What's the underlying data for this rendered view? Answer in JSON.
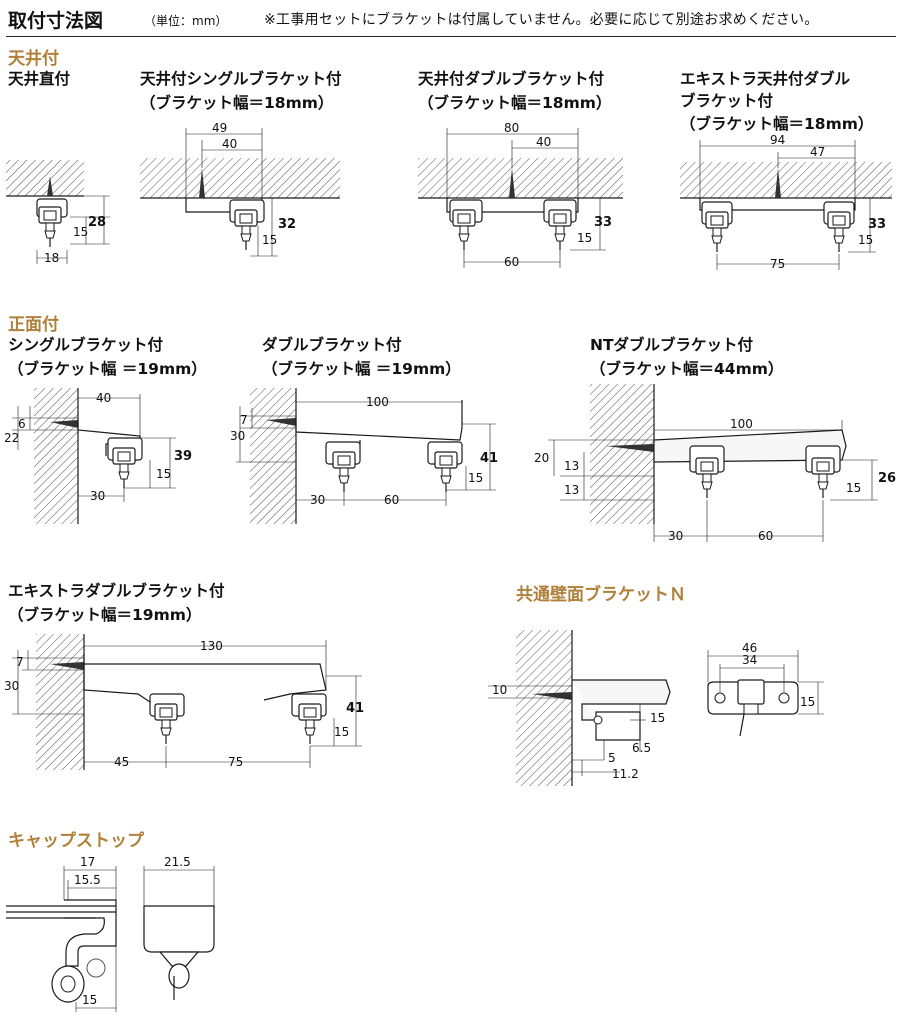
{
  "page": {
    "title": "取付寸法図",
    "unit": "（単位：mm）",
    "note": "※工事用セットにブラケットは付属していません。必要に応じて別途お求めください。"
  },
  "sections": {
    "ceiling": "天井付",
    "front": "正面付",
    "wall": "共通壁面ブラケットＮ",
    "cap": "キャップストップ"
  },
  "labels": {
    "ceiling_direct": "天井直付",
    "ceiling_single_1": "天井付シングルブラケット付",
    "ceiling_single_2": "（ブラケット幅＝18mm）",
    "ceiling_double_1": "天井付ダブルブラケット付",
    "ceiling_double_2": "（ブラケット幅＝18mm）",
    "ceiling_extra_1": "エキストラ天井付ダブル",
    "ceiling_extra_2": "ブラケット付",
    "ceiling_extra_3": "（ブラケット幅＝18mm）",
    "front_single_1": "シングルブラケット付",
    "front_single_2": "（ブラケット幅 ＝19mm）",
    "front_double_1": "ダブルブラケット付",
    "front_double_2": "（ブラケット幅 ＝19mm）",
    "front_nt_1": "NTダブルブラケット付",
    "front_nt_2": "（ブラケット幅＝44mm）",
    "front_extra_1": "エキストラダブルブラケット付",
    "front_extra_2": "（ブラケット幅＝19mm）"
  },
  "dims": {
    "d_28": "28",
    "d_15a": "15",
    "d_18": "18",
    "d_49": "49",
    "d_40a": "40",
    "d_32": "32",
    "d_15b": "15",
    "d_80": "80",
    "d_40b": "40",
    "d_33a": "33",
    "d_15c": "15",
    "d_60a": "60",
    "d_94": "94",
    "d_47": "47",
    "d_33b": "33",
    "d_15d": "15",
    "d_75a": "75",
    "d_6": "6",
    "d_22": "22",
    "d_40c": "40",
    "d_39": "39",
    "d_15e": "15",
    "d_30a": "30",
    "d_7a": "7",
    "d_30b": "30",
    "d_100a": "100",
    "d_41a": "41",
    "d_15f": "15",
    "d_30c": "30",
    "d_60b": "60",
    "d_20": "20",
    "d_13a": "13",
    "d_13b": "13",
    "d_100b": "100",
    "d_26": "26",
    "d_15g": "15",
    "d_30d": "30",
    "d_60c": "60",
    "d_7b": "7",
    "d_30e": "30",
    "d_130": "130",
    "d_41b": "41",
    "d_15h": "15",
    "d_45": "45",
    "d_75b": "75",
    "d_10": "10",
    "d_15i": "15",
    "d_6_5": "6.5",
    "d_5": "5",
    "d_11_2": "11.2",
    "d_46": "46",
    "d_34": "34",
    "d_15j": "15",
    "d_17": "17",
    "d_15_5": "15.5",
    "d_21_5": "21.5",
    "d_15k": "15"
  },
  "colors": {
    "accent": "#b0803a",
    "line": "#1a1a1a",
    "hatch": "#555555"
  }
}
